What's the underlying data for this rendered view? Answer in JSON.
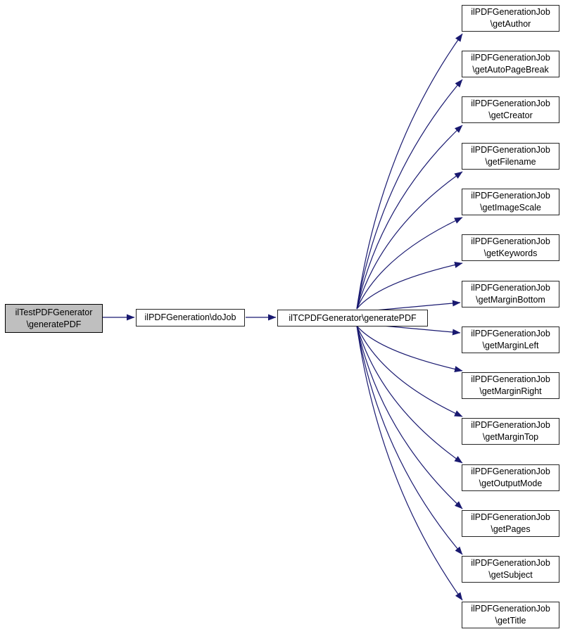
{
  "graph": {
    "type": "call-graph",
    "edge_color": "#191970",
    "node_border_color": "#252525",
    "node_fill": "#ffffff",
    "root_fill": "#bfbfbf",
    "root": {
      "line1": "ilTestPDFGenerator",
      "line2": "\\generatePDF"
    },
    "mid": {
      "label": "ilPDFGeneration\\doJob"
    },
    "hub": {
      "label": "ilTCPDFGenerator\\generatePDF"
    },
    "callees": [
      {
        "line1": "ilPDFGenerationJob",
        "line2": "\\getAuthor"
      },
      {
        "line1": "ilPDFGenerationJob",
        "line2": "\\getAutoPageBreak"
      },
      {
        "line1": "ilPDFGenerationJob",
        "line2": "\\getCreator"
      },
      {
        "line1": "ilPDFGenerationJob",
        "line2": "\\getFilename"
      },
      {
        "line1": "ilPDFGenerationJob",
        "line2": "\\getImageScale"
      },
      {
        "line1": "ilPDFGenerationJob",
        "line2": "\\getKeywords"
      },
      {
        "line1": "ilPDFGenerationJob",
        "line2": "\\getMarginBottom"
      },
      {
        "line1": "ilPDFGenerationJob",
        "line2": "\\getMarginLeft"
      },
      {
        "line1": "ilPDFGenerationJob",
        "line2": "\\getMarginRight"
      },
      {
        "line1": "ilPDFGenerationJob",
        "line2": "\\getMarginTop"
      },
      {
        "line1": "ilPDFGenerationJob",
        "line2": "\\getOutputMode"
      },
      {
        "line1": "ilPDFGenerationJob",
        "line2": "\\getPages"
      },
      {
        "line1": "ilPDFGenerationJob",
        "line2": "\\getSubject"
      },
      {
        "line1": "ilPDFGenerationJob",
        "line2": "\\getTitle"
      }
    ]
  }
}
